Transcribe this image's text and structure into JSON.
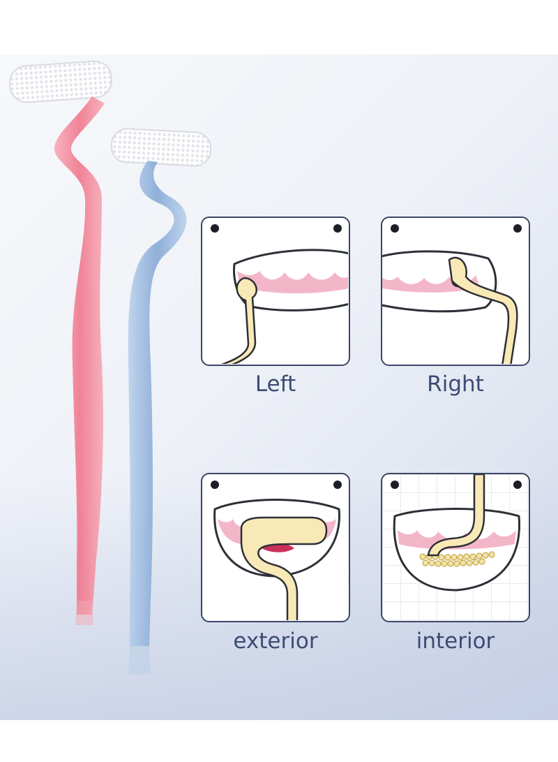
{
  "product": {
    "brushes": [
      {
        "name": "pink-tongue-scraper",
        "color": "#f08a9c"
      },
      {
        "name": "blue-tongue-scraper",
        "color": "#8fb2dc"
      }
    ]
  },
  "diagrams": [
    {
      "id": "left",
      "label": "Left"
    },
    {
      "id": "right",
      "label": "Right"
    },
    {
      "id": "exterior",
      "label": "exterior"
    },
    {
      "id": "interior",
      "label": "interior"
    }
  ],
  "colors": {
    "label_text": "#3c4b72",
    "panel_border": "#3a4666",
    "gum_pink": "#f3b6c8",
    "brush_cream": "#f8e9b6"
  }
}
